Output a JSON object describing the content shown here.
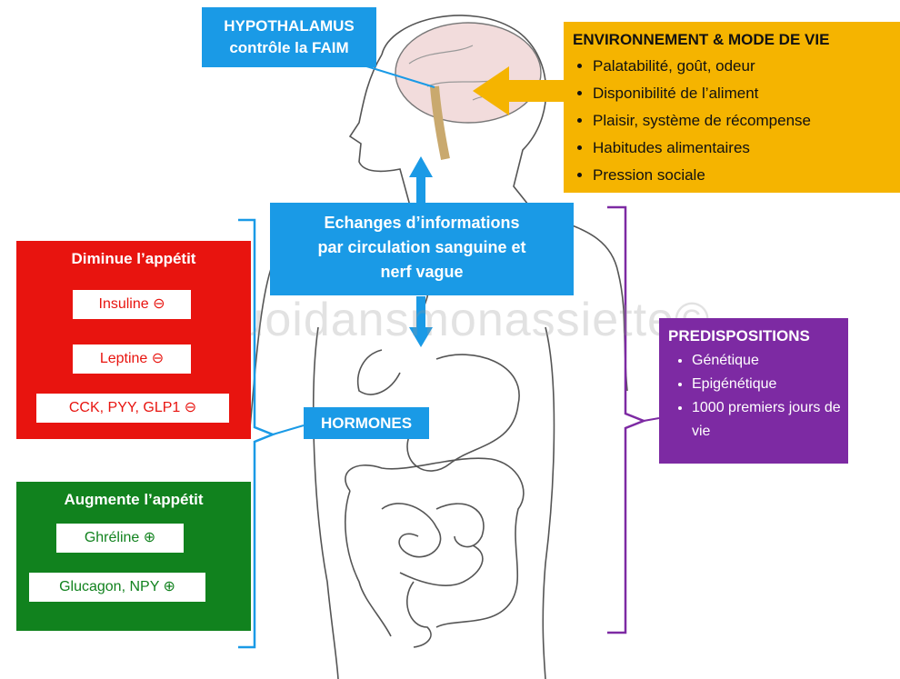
{
  "hypothalamus": {
    "line1": "HYPOTHALAMUS",
    "line2": "contrôle la FAIM"
  },
  "environment": {
    "title": "ENVIRONNEMENT & MODE DE VIE",
    "items": [
      "Palatabilité, goût, odeur",
      "Disponibilité de l’aliment",
      "Plaisir, système de récompense",
      "Habitudes alimentaires",
      "Pression sociale"
    ]
  },
  "exchange": {
    "line1": "Echanges d’informations",
    "line2": "par circulation sanguine et",
    "line3": "nerf vague"
  },
  "hormones": "HORMONES",
  "decrease": {
    "title": "Diminue l’appétit",
    "items": [
      "Insuline ⊖",
      "Leptine ⊖",
      "CCK, PYY, GLP1 ⊖"
    ]
  },
  "increase": {
    "title": "Augmente l’appétit",
    "items": [
      "Ghréline ⊕",
      "Glucagon, NPY ⊕"
    ]
  },
  "predispositions": {
    "title": "PREDISPOSITIONS",
    "items": [
      "Génétique",
      "Epigénétique",
      "1000 premiers jours de vie"
    ]
  },
  "watermark": "Quoidansmonassiette©",
  "colors": {
    "blue": "#1a9ae6",
    "orange": "#f5b400",
    "red": "#e8140f",
    "green": "#11821e",
    "purple": "#7d2aa3"
  }
}
